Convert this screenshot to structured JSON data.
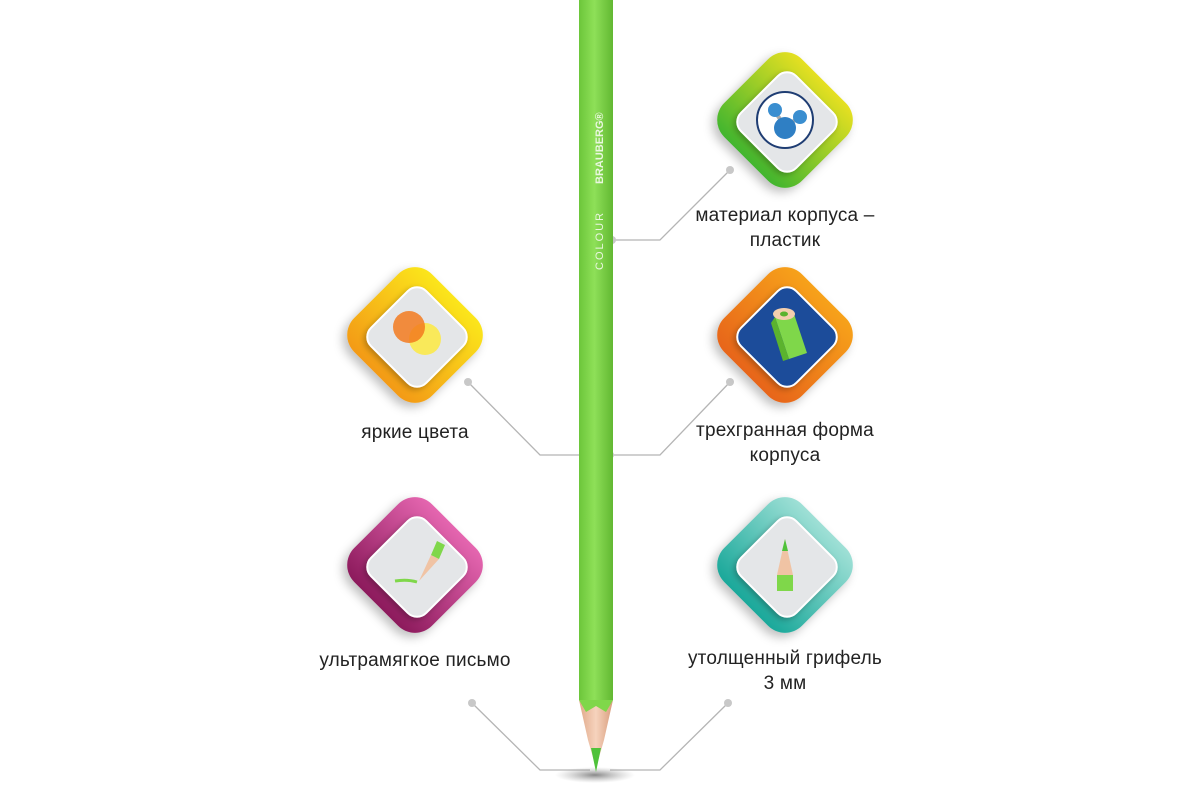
{
  "pencil": {
    "brand": "BRAUBERG®",
    "model": "COLOUR",
    "color": "#7fd74a"
  },
  "features": [
    {
      "label_lines": [
        "материал корпуса –",
        "пластик"
      ],
      "icon": "molecule-icon",
      "color_top": "#e6e021",
      "color_bottom": "#41b52f"
    },
    {
      "label_lines": [
        "яркие цвета"
      ],
      "icon": "color-blend-icon",
      "color_top": "#fbe61b",
      "color_bottom": "#f39a16"
    },
    {
      "label_lines": [
        "трехгранная форма",
        "корпуса"
      ],
      "icon": "triangular-pencil-icon",
      "color_top": "#f7a21a",
      "color_bottom": "#e7651a"
    },
    {
      "label_lines": [
        "ультрамягкое письмо"
      ],
      "icon": "pencil-writing-icon",
      "color_top": "#e566b0",
      "color_bottom": "#8c1a5c"
    },
    {
      "label_lines": [
        "утолщенный грифель",
        "3 мм"
      ],
      "icon": "pencil-tip-icon",
      "color_top": "#9fe0d6",
      "color_bottom": "#1aa89a"
    }
  ]
}
